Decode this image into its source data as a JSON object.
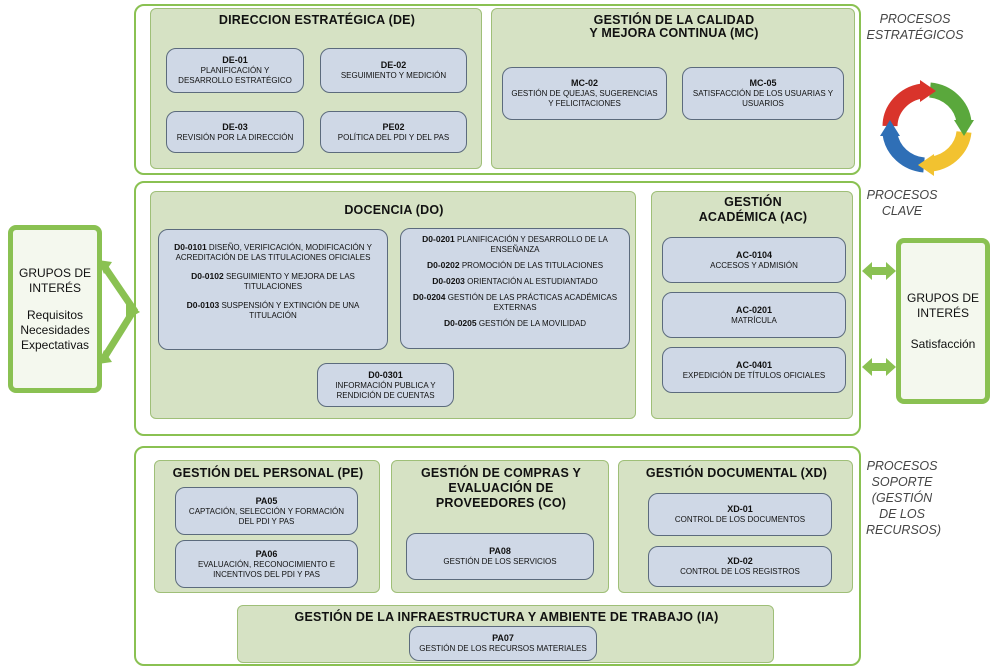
{
  "side_labels": {
    "estrategicos": "PROCESOS ESTRATÉGICOS",
    "clave": "PROCESOS CLAVE",
    "soporte": "PROCESOS SOPORTE (GESTIÓN DE LOS RECURSOS)"
  },
  "left_interest": {
    "title": "GRUPOS DE INTERÉS",
    "lines": [
      "Requisitos",
      "Necesidades",
      "Expectativas"
    ]
  },
  "right_interest": {
    "title": "GRUPOS DE INTERÉS",
    "line": "Satisfacción"
  },
  "de": {
    "title": "DIRECCION ESTRATÉGICA (DE)",
    "b1": {
      "code": "DE-01",
      "text": "PLANIFICACIÓN Y DESARROLLO ESTRATÉGICO"
    },
    "b2": {
      "code": "DE-02",
      "text": "SEGUIMIENTO Y MEDICIÓN"
    },
    "b3": {
      "code": "DE-03",
      "text": "REVISIÓN POR LA DIRECCIÓN"
    },
    "b4": {
      "code": "PE02",
      "text": "POLÍTICA DEL PDI Y DEL PAS"
    }
  },
  "mc": {
    "title1": "GESTIÓN DE LA CALIDAD",
    "title2": "Y MEJORA CONTINUA (MC)",
    "b1": {
      "code": "MC-02",
      "text": "GESTIÓN DE QUEJAS, SUGERENCIAS Y FELICITACIONES"
    },
    "b2": {
      "code": "MC-05",
      "text": "SATISFACCIÓN DE LOS USUARIAS Y USUARIOS"
    }
  },
  "do": {
    "title": "DOCENCIA (DO)",
    "left": [
      {
        "code": "D0-0101",
        "text": "DISEÑO, VERIFICACIÓN, MODIFICACIÓN Y ACREDITACIÓN DE LAS TITULACIONES OFICIALES"
      },
      {
        "code": "D0-0102",
        "text": "SEGUIMIENTO Y MEJORA DE LAS TITULACIONES"
      },
      {
        "code": "D0-0103",
        "text": "SUSPENSIÓN Y EXTINCIÓN DE UNA TITULACIÓN"
      }
    ],
    "right": [
      {
        "code": "D0-0201",
        "text": "PLANIFICACIÓN Y DESARROLLO DE LA ENSEÑANZA"
      },
      {
        "code": "D0-0202",
        "text": "PROMOCIÓN DE LAS TITULACIONES"
      },
      {
        "code": "D0-0203",
        "text": "ORIENTACIÓN AL ESTUDIANTADO"
      },
      {
        "code": "D0-0204",
        "text": "GESTIÓN DE LAS PRÁCTICAS ACADÉMICAS EXTERNAS"
      },
      {
        "code": "D0-0205",
        "text": "GESTIÓN DE LA MOVILIDAD"
      }
    ],
    "bottom": {
      "code": "D0-0301",
      "text": "INFORMACIÓN PUBLICA Y RENDICIÓN DE CUENTAS"
    }
  },
  "ac": {
    "title1": "GESTIÓN",
    "title2": "ACADÉMICA (AC)",
    "b1": {
      "code": "AC-0104",
      "text": "ACCESOS Y ADMISIÓN"
    },
    "b2": {
      "code": "AC-0201",
      "text": "MATRÍCULA"
    },
    "b3": {
      "code": "AC-0401",
      "text": "EXPEDICIÓN DE TÍTULOS OFICIALES"
    }
  },
  "pe": {
    "title": "GESTIÓN DEL PERSONAL (PE)",
    "b1": {
      "code": "PA05",
      "text": "CAPTACIÓN, SELECCIÓN Y FORMACIÓN DEL PDI Y PAS"
    },
    "b2": {
      "code": "PA06",
      "text": "EVALUACIÓN, RECONOCIMIENTO E INCENTIVOS DEL PDI Y PAS"
    }
  },
  "co": {
    "title1": "GESTIÓN DE COMPRAS Y",
    "title2": "EVALUACIÓN DE",
    "title3": "PROVEEDORES (CO)",
    "b1": {
      "code": "PA08",
      "text": "GESTIÓN DE LOS SERVICIOS"
    }
  },
  "xd": {
    "title": "GESTIÓN DOCUMENTAL (XD)",
    "b1": {
      "code": "XD-01",
      "text": "CONTROL DE LOS DOCUMENTOS"
    },
    "b2": {
      "code": "XD-02",
      "text": "CONTROL DE LOS REGISTROS"
    }
  },
  "ia": {
    "title": "GESTIÓN DE LA INFRAESTRUCTURA Y AMBIENTE DE TRABAJO (IA)",
    "b1": {
      "code": "PA07",
      "text": "GESTIÓN DE LOS RECURSOS MATERIALES"
    }
  },
  "colors": {
    "frame_border": "#8ac152",
    "group_fill": "#d6e2c4",
    "box_fill": "#cfd8e6",
    "arrow_green": "#8ac152",
    "cycle_red": "#d9342b",
    "cycle_green": "#5aa83c",
    "cycle_yellow": "#f2c230",
    "cycle_blue": "#2f6fb6"
  }
}
